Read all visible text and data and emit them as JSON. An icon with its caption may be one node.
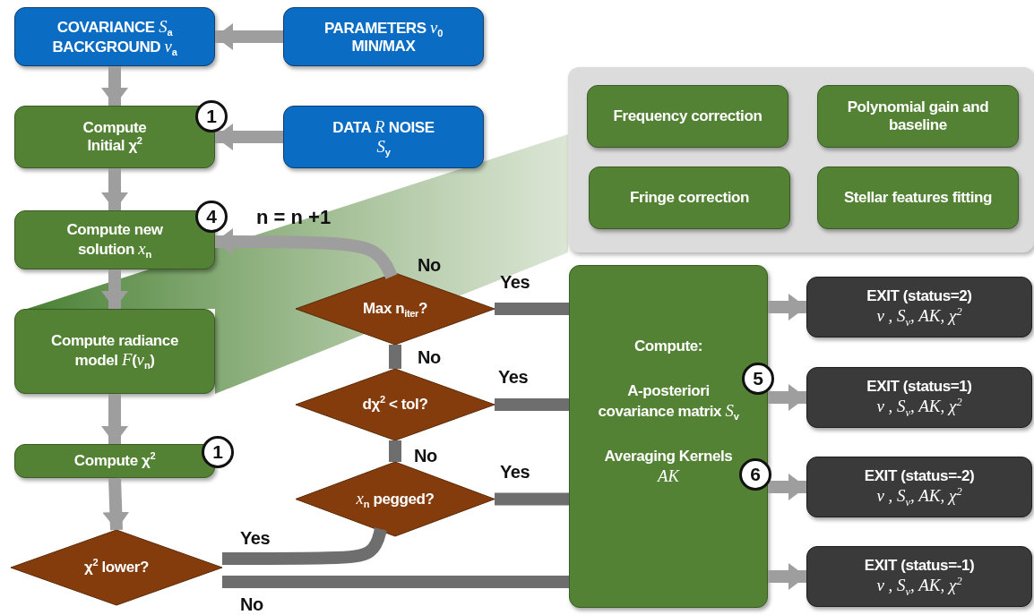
{
  "diagram": {
    "nodes": [
      {
        "text": [
          "COVARIANCE *S*$_{a}$ BACKGROUND *v*$_{a}$"
        ]
      },
      {
        "text": [
          "PARAMETERS *v*$_{0}$ MIN/MAX"
        ]
      },
      {
        "text": [
          "Compute Initial χ$^{2}$"
        ]
      },
      {
        "text": [
          "DATA *R* NOISE *S*$_{y}$"
        ]
      },
      {
        "text": [
          "Compute new solution *x*$_{n}$"
        ]
      },
      {
        "text": [
          "Compute radiance model *F*(*v*$_{n}$)"
        ]
      },
      {
        "text": [
          "Compute χ$^{2}$"
        ]
      },
      {
        "text": [
          "χ$^{2}$ lower?"
        ]
      },
      {
        "text": [],
        "shape": "box"
      },
      {
        "text": [
          "Frequency correction"
        ],
        "in": 8
      },
      {
        "text": [
          "Polynomial gain and baseline"
        ],
        "in": 8
      },
      {
        "text": [
          "Fringe correction"
        ],
        "in": 8
      },
      {
        "text": [
          "Stellar features fitting"
        ],
        "in": 8
      },
      {
        "text": [
          "Max n$_{iter}$?"
        ]
      },
      {
        "text": [
          "dχ$^{2}$ < tol?"
        ]
      },
      {
        "text": [
          "*x*$_{n}$ pegged?"
        ]
      },
      {
        "text": [
          "Compute:",
          "A-posteriori covariance matrix *S*$_{v}$",
          "Averaging Kernels *AK*"
        ]
      },
      {
        "text": [
          "EXIT (status=2)",
          "v , S$_{v}$, AK, χ$^{2}$"
        ]
      },
      {
        "text": [
          "EXIT (status=1)",
          "v , S$_{v}$, AK, χ$^{2}$"
        ]
      },
      {
        "text": [
          "EXIT (status=-2)",
          "v , S$_{v}$, AK, χ$^{2}$"
        ]
      },
      {
        "text": [
          "EXIT (status=-1)",
          "v , S$_{v}$, AK, χ$^{2}$"
        ]
      }
    ],
    "edges": [
      {
        "from": 1,
        "to": 0,
        "arrow": "to"
      },
      {
        "from": 0,
        "to": 2,
        "arrow": "to"
      },
      {
        "from": 3,
        "to": 2,
        "arrow": "to"
      },
      {
        "from": 2,
        "to": 4,
        "arrow": "to"
      },
      {
        "from": 4,
        "to": 5,
        "arrow": "to"
      },
      {
        "from": 5,
        "to": 6,
        "arrow": "to"
      },
      {
        "from": 6,
        "to": 7,
        "arrow": "to"
      },
      {
        "from": 7,
        "to": 15,
        "arrow": "none",
        "label": "Yes"
      },
      {
        "from": 7,
        "to": 16,
        "arrow": "none",
        "label": "No"
      },
      {
        "from": 15,
        "to": 14,
        "arrow": "none",
        "label": "No"
      },
      {
        "from": 14,
        "to": 13,
        "arrow": "none",
        "label": "No"
      },
      {
        "from": 13,
        "to": 4,
        "arrow": "to",
        "label": "No"
      },
      {
        "from": 13,
        "to": 16,
        "arrow": "none",
        "label": "Yes"
      },
      {
        "from": 14,
        "to": 16,
        "arrow": "none",
        "label": "Yes"
      },
      {
        "from": 15,
        "to": 16,
        "arrow": "none",
        "label": "Yes"
      },
      {
        "from": 16,
        "to": 17,
        "arrow": "to"
      },
      {
        "from": 16,
        "to": 18,
        "arrow": "to"
      },
      {
        "from": 16,
        "to": 19,
        "arrow": "to"
      },
      {
        "from": 16,
        "to": 20,
        "arrow": "to"
      }
    ],
    "labels": [
      "1",
      "4",
      "n = n +1",
      "5",
      "1",
      "6"
    ]
  }
}
